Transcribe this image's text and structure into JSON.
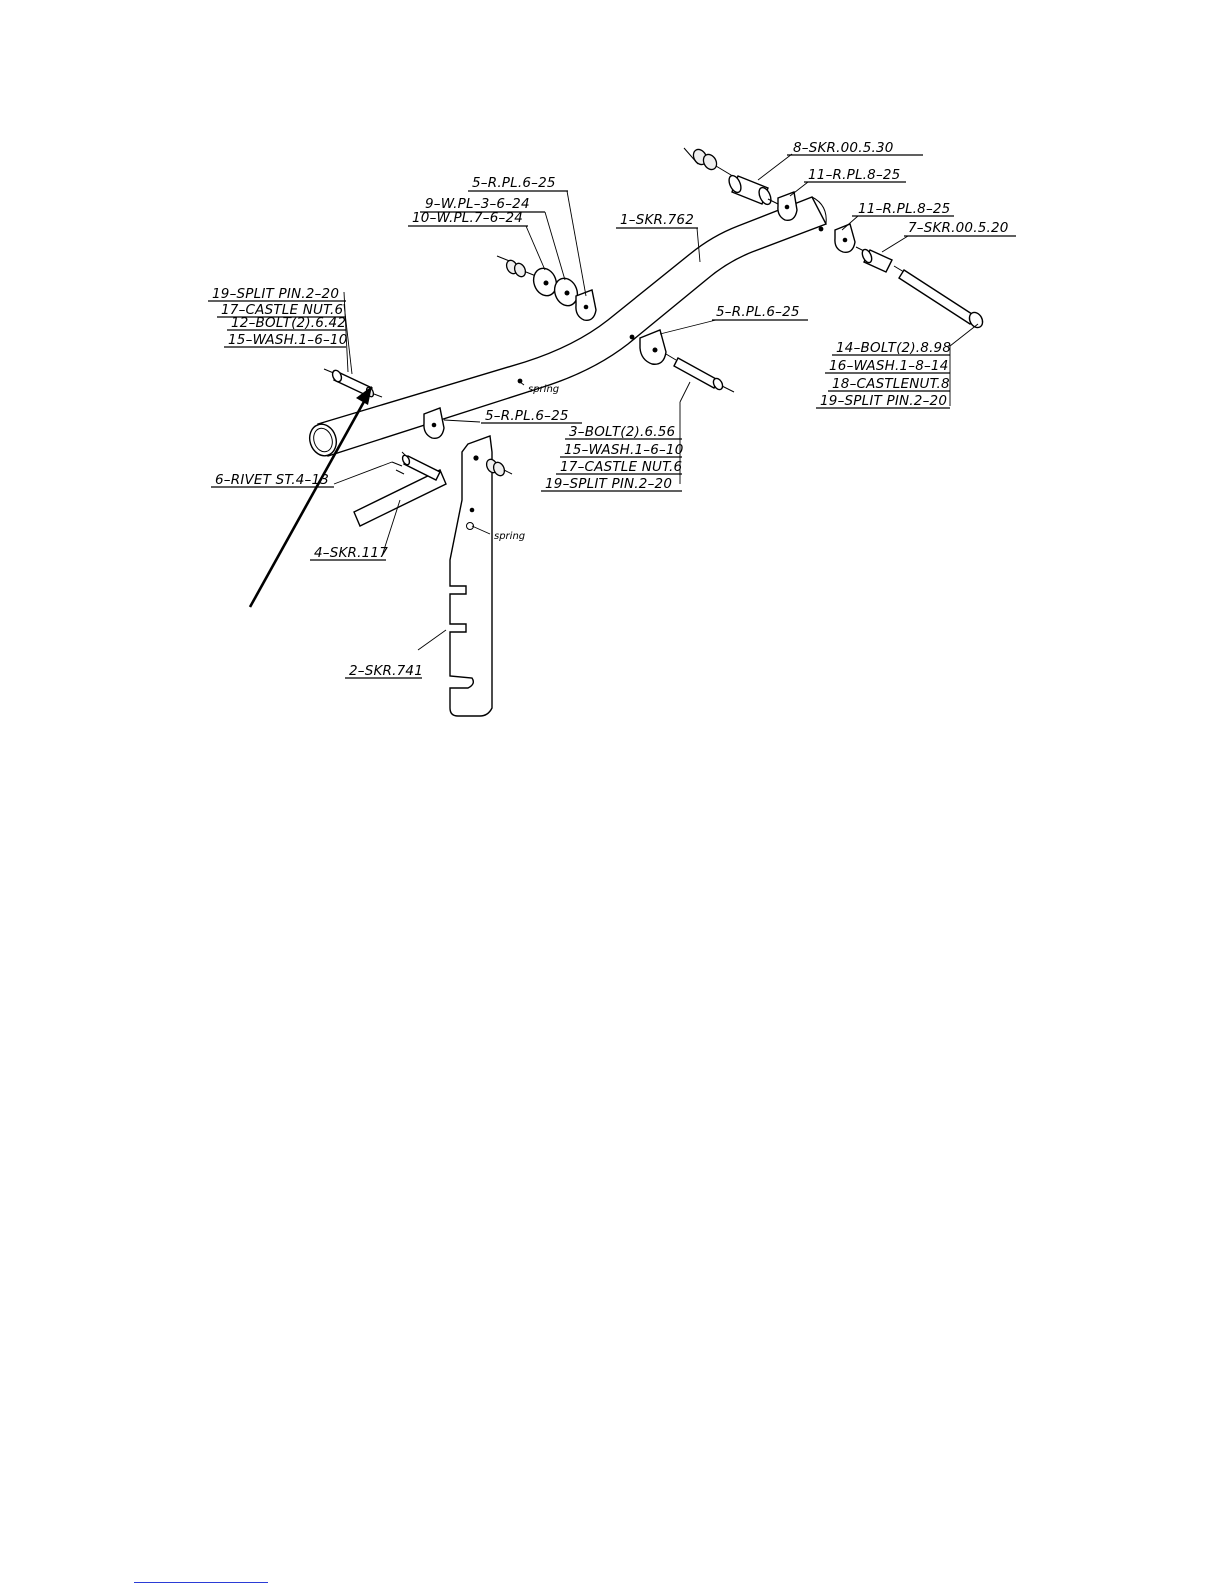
{
  "diagram": {
    "labels": {
      "l_8_skr_00_5_30": "8–SKR.00.5.30",
      "l_11_rpl_8_25_a": "11–R.PL.8–25",
      "l_11_rpl_8_25_b": "11–R.PL.8–25",
      "l_7_skr_00_5_20": "7–SKR.00.5.20",
      "l_5_rpl_6_25_top": "5–R.PL.6–25",
      "l_9_wpl_3_6_24": "9–W.PL–3–6–24",
      "l_10_wpl_7_6_24": "10–W.PL.7–6–24",
      "l_1_skr_762": "1–SKR.762",
      "l_19_split_pin_left": "19–SPLIT PIN.2–20",
      "l_17_castle_nut_left": "17–CASTLE NUT.6",
      "l_12_bolt": "12–BOLT(2).6.42",
      "l_15_wash_left": "15–WASH.1–6–10",
      "l_5_rpl_6_25_mid": "5–R.PL.6–25",
      "l_14_bolt": "14–BOLT(2).8.98",
      "l_16_wash": "16–WASH.1–8–14",
      "l_18_castlenut": "18–CASTLENUT.8",
      "l_19_split_pin_right": "19–SPLIT PIN.2–20",
      "l_5_rpl_6_25_low": "5–R.PL.6–25",
      "l_3_bolt": "3–BOLT(2).6.56",
      "l_15_wash_low": "15–WASH.1–6–10",
      "l_17_castle_nut_low": "17–CASTLE NUT.6",
      "l_19_split_pin_low": "19–SPLIT PIN.2–20",
      "l_6_rivet": "6–RIVET ST.4–13",
      "l_4_skr_117": "4–SKR.117",
      "l_2_skr_741": "2–SKR.741",
      "spring_1": "spring",
      "spring_2": "spring"
    }
  }
}
